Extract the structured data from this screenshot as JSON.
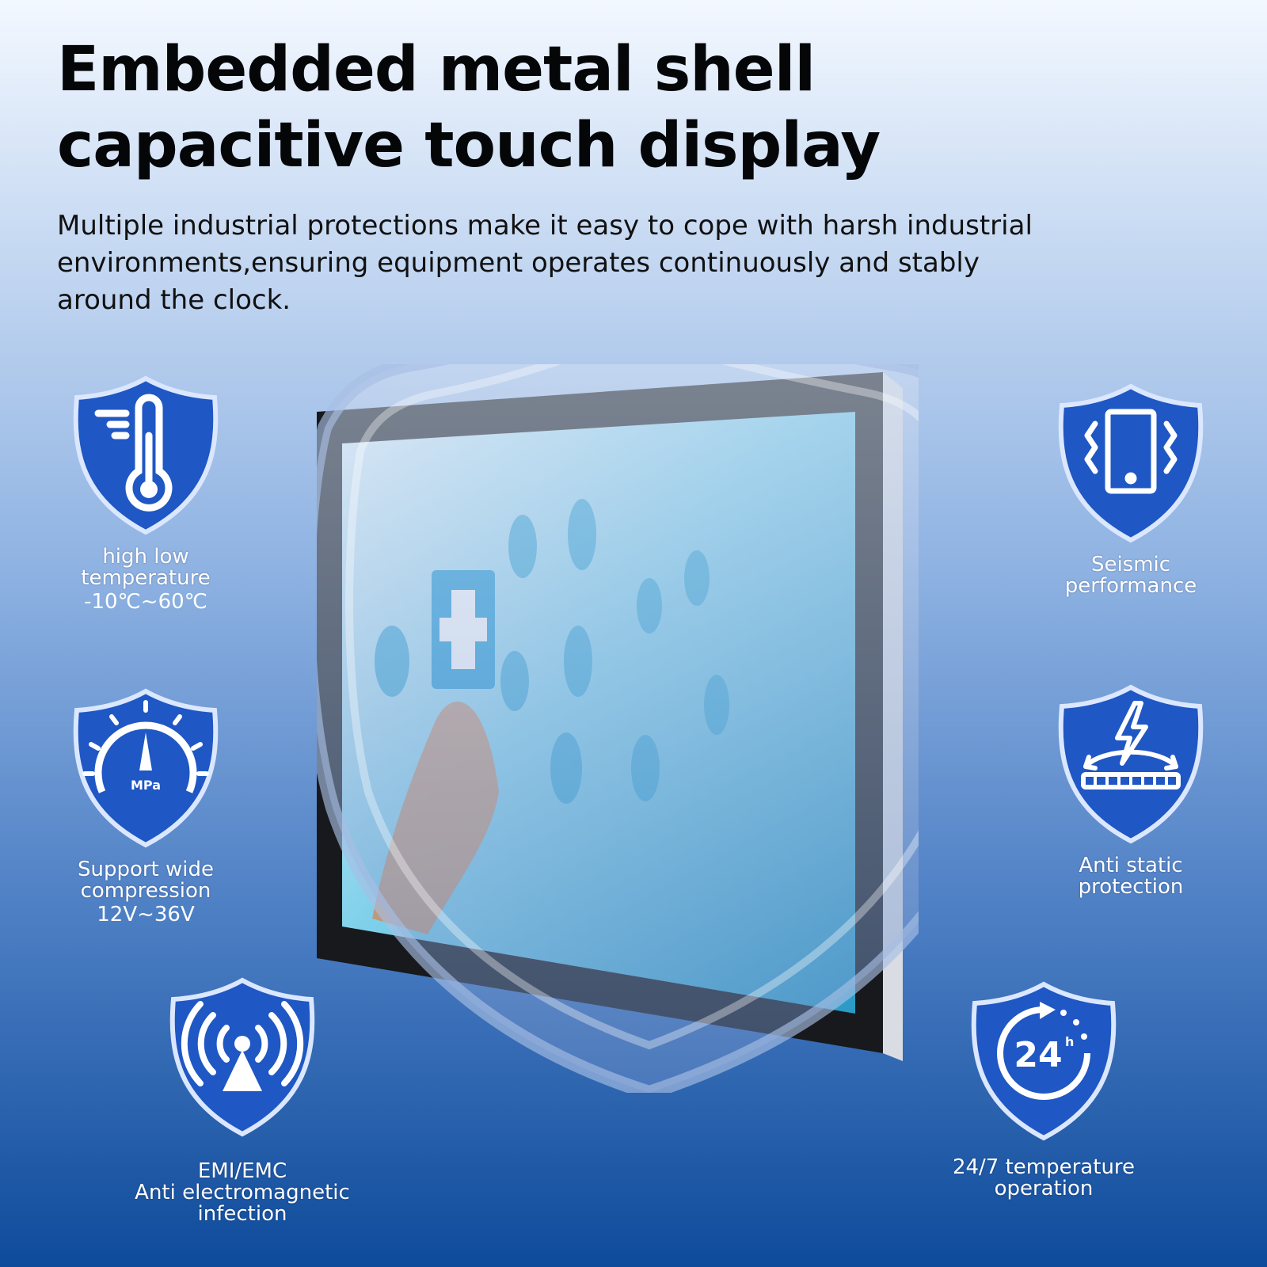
{
  "headline": {
    "title": "Embedded metal shell capacitive touch display",
    "subtitle": "Multiple industrial protections make it easy to cope with harsh industrial environments,ensuring equipment operates continuously and stably around the clock."
  },
  "features": {
    "temperature": {
      "label_line1": "high low",
      "label_line2": "temperature",
      "value": "-10℃~60℃",
      "icon": "thermometer-icon"
    },
    "compression": {
      "label_line1": "Support wide",
      "label_line2": "compression",
      "value": "12V~36V",
      "gauge_text": "MPa",
      "icon": "pressure-gauge-icon"
    },
    "emi": {
      "label_line1": "EMI/EMC",
      "label_line2": "Anti electromagnetic",
      "label_line3": "infection",
      "icon": "signal-tower-icon"
    },
    "seismic": {
      "label_line1": "Seismic",
      "label_line2": "performance",
      "icon": "vibrating-phone-icon"
    },
    "antistatic": {
      "label_line1": "Anti static",
      "label_line2": "protection",
      "icon": "lightning-icon"
    },
    "operation": {
      "label_line1": "24/7 temperature",
      "label_line2": "operation",
      "badge_number": "24",
      "badge_unit": "h",
      "icon": "clock-24h-icon"
    }
  },
  "colors": {
    "shield_blue": "#1f57c4",
    "shield_light": "#4b86e6",
    "title": "#050608"
  }
}
